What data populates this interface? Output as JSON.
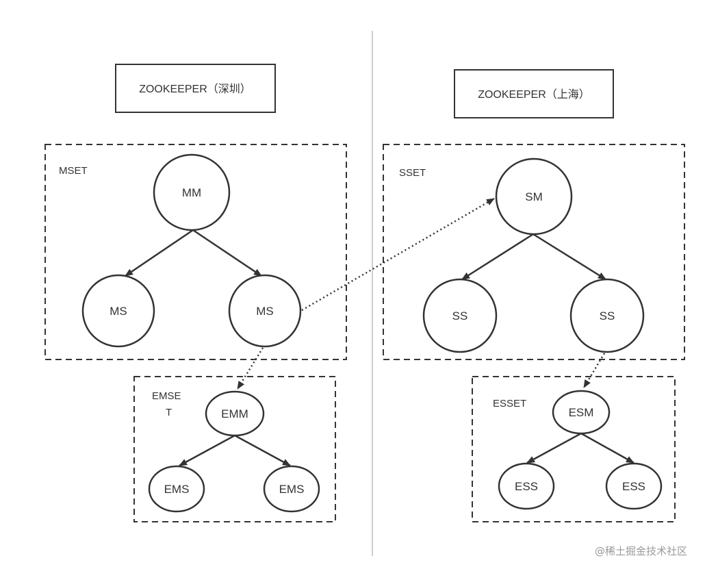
{
  "zookeepers": [
    {
      "id": "zk-shenzhen",
      "label": "ZOOKEEPER（深圳）"
    },
    {
      "id": "zk-shanghai",
      "label": "ZOOKEEPER（上海）"
    }
  ],
  "sets": [
    {
      "id": "mset",
      "label": "MSET"
    },
    {
      "id": "emset",
      "label_lines": [
        "EMSE",
        "T"
      ]
    },
    {
      "id": "sset",
      "label": "SSET"
    },
    {
      "id": "esset",
      "label": "ESSET"
    }
  ],
  "nodes": {
    "mm": "MM",
    "ms1": "MS",
    "ms2": "MS",
    "emm": "EMM",
    "ems1": "EMS",
    "ems2": "EMS",
    "sm": "SM",
    "ss1": "SS",
    "ss2": "SS",
    "esm": "ESM",
    "ess1": "ESS",
    "ess2": "ESS"
  },
  "edges": [
    {
      "from": "MM",
      "to": "MS",
      "style": "solid"
    },
    {
      "from": "MM",
      "to": "MS",
      "style": "solid"
    },
    {
      "from": "SM",
      "to": "SS",
      "style": "solid"
    },
    {
      "from": "SM",
      "to": "SS",
      "style": "solid"
    },
    {
      "from": "EMM",
      "to": "EMS",
      "style": "solid"
    },
    {
      "from": "EMM",
      "to": "EMS",
      "style": "solid"
    },
    {
      "from": "ESM",
      "to": "ESS",
      "style": "solid"
    },
    {
      "from": "ESM",
      "to": "ESS",
      "style": "solid"
    },
    {
      "from": "MS",
      "to": "SM",
      "style": "dotted"
    },
    {
      "from": "MS",
      "to": "EMM",
      "style": "dotted"
    },
    {
      "from": "SS",
      "to": "ESM",
      "style": "dotted"
    }
  ],
  "watermark": "@稀土掘金技术社区"
}
